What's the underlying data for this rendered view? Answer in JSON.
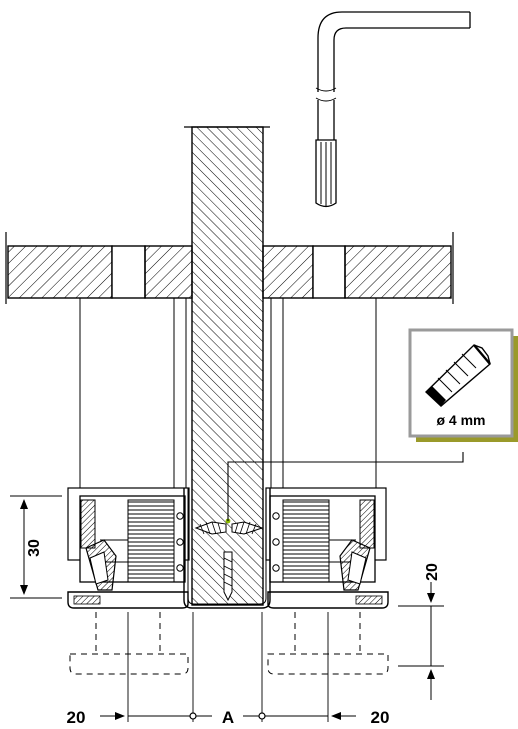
{
  "dimensions": {
    "height_left": "30",
    "height_right": "20",
    "offset_left": "20",
    "offset_right": "20",
    "spacing": "A"
  },
  "callout": {
    "screw_size": "ø 4 mm",
    "icon": "countersunk-screw-icon"
  },
  "tool": {
    "icon": "hex-key-icon"
  },
  "colors": {
    "line": "#000000",
    "callout_frame": "#9a9a9a",
    "callout_shadow": "#9a9a2a",
    "screw_marker": "#8ab800"
  }
}
